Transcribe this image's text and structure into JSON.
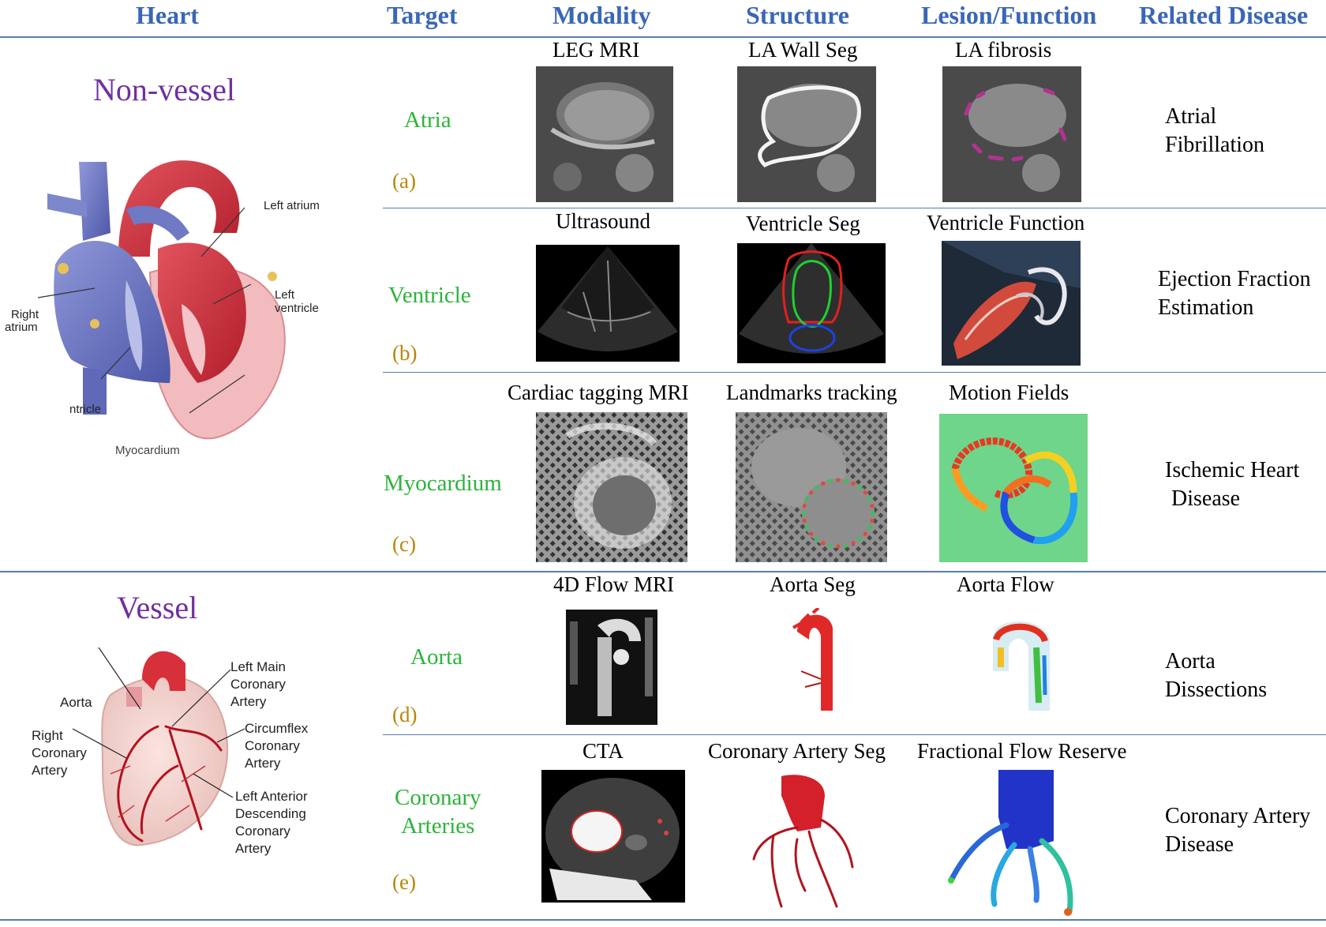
{
  "headers": {
    "heart": "Heart",
    "target": "Target",
    "modality": "Modality",
    "structure": "Structure",
    "lesion_function": "Lesion/Function",
    "related_disease": "Related Disease"
  },
  "sections": {
    "non_vessel": "Non-vessel",
    "vessel": "Vessel"
  },
  "heart_labels": {
    "left_atrium": "Left atrium",
    "left_ventricle_1": "Left",
    "left_ventricle_2": "ventricle",
    "right_atrium_1": "Right",
    "right_atrium_2": "atrium",
    "ventricle_partial": "ntricle",
    "myocardium": "Myocardium"
  },
  "vessel_labels": {
    "aorta": "Aorta",
    "lmca_1": "Left Main",
    "lmca_2": "Coronary",
    "lmca_3": "Artery",
    "rca_1": "Right",
    "rca_2": "Coronary",
    "rca_3": "Artery",
    "cx_1": "Circumflex",
    "cx_2": "Coronary",
    "cx_3": "Artery",
    "lad_1": "Left Anterior",
    "lad_2": "Descending",
    "lad_3": "Coronary",
    "lad_4": "Artery"
  },
  "rows": [
    {
      "target": "Atria",
      "letter": "(a)",
      "modality": "LEG MRI",
      "structure": "LA Wall Seg",
      "lesion": "LA fibrosis",
      "disease_1": "Atrial",
      "disease_2": "Fibrillation"
    },
    {
      "target": "Ventricle",
      "letter": "(b)",
      "modality": "Ultrasound",
      "structure": "Ventricle Seg",
      "lesion": "Ventricle Function",
      "disease_1": "Ejection Fraction",
      "disease_2": "Estimation"
    },
    {
      "target": "Myocardium",
      "letter": "(c)",
      "modality": "Cardiac tagging MRI",
      "structure": "Landmarks tracking",
      "lesion": "Motion Fields",
      "disease_1": "Ischemic Heart",
      "disease_2": "Disease"
    },
    {
      "target": "Aorta",
      "letter": "(d)",
      "modality": "4D Flow MRI",
      "structure": "Aorta Seg",
      "lesion": "Aorta Flow",
      "disease_1": "Aorta",
      "disease_2": "Dissections"
    },
    {
      "target_1": "Coronary",
      "target_2": "Arteries",
      "letter": "(e)",
      "modality": "CTA",
      "structure": "Coronary Artery Seg",
      "lesion": "Fractional Flow Reserve",
      "disease_1": "Coronary Artery",
      "disease_2": "Disease"
    }
  ]
}
